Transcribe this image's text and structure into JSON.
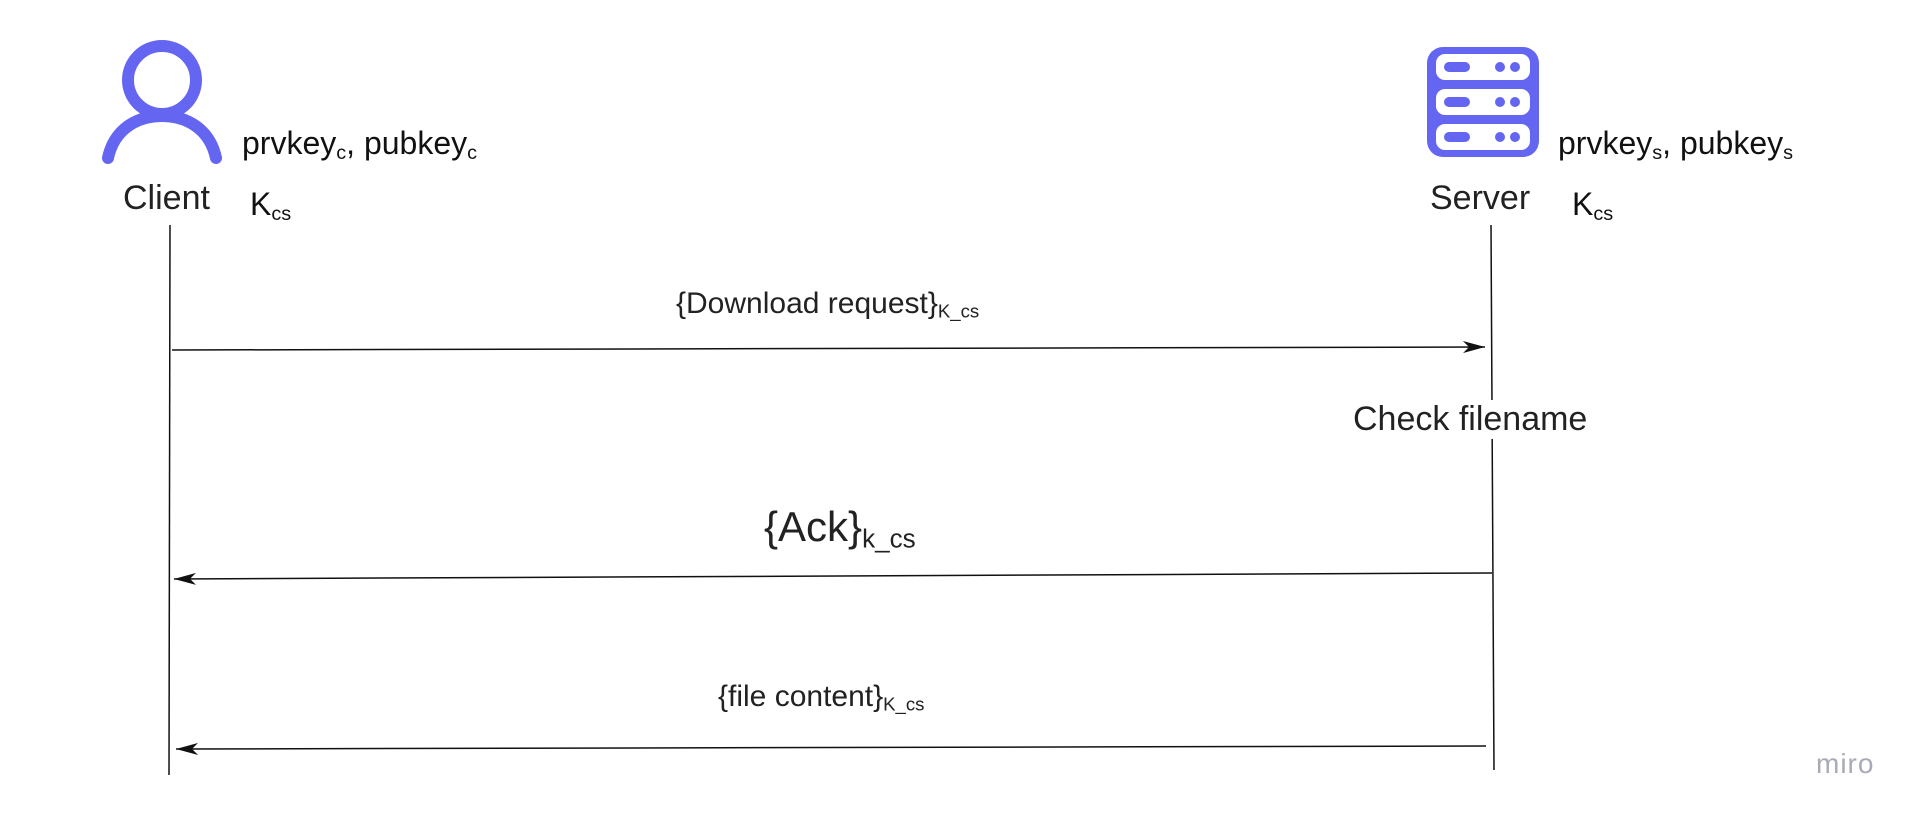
{
  "client": {
    "name": "Client",
    "keys_main": "prvkey",
    "keys_sub1": "c",
    "keys_sep": ", pubkey",
    "keys_sub2": "c",
    "session_key": "K",
    "session_key_sub": "cs",
    "icon": "user-icon"
  },
  "server": {
    "name": "Server",
    "keys_main": "prvkey",
    "keys_sub1": "s",
    "keys_sep": ", pubkey",
    "keys_sub2": "s",
    "session_key": "K",
    "session_key_sub": "cs",
    "icon": "server-icon",
    "note": "Check filename"
  },
  "messages": [
    {
      "text": "{Download request}",
      "sub": "K_cs",
      "direction": "client-to-server"
    },
    {
      "text": "{Ack}",
      "sub": "k_cs",
      "direction": "server-to-client"
    },
    {
      "text": "{file content}",
      "sub": "K_cs",
      "direction": "server-to-client"
    }
  ],
  "watermark": "miro",
  "colors": {
    "icon": "#6466f1",
    "line": "#111111"
  }
}
